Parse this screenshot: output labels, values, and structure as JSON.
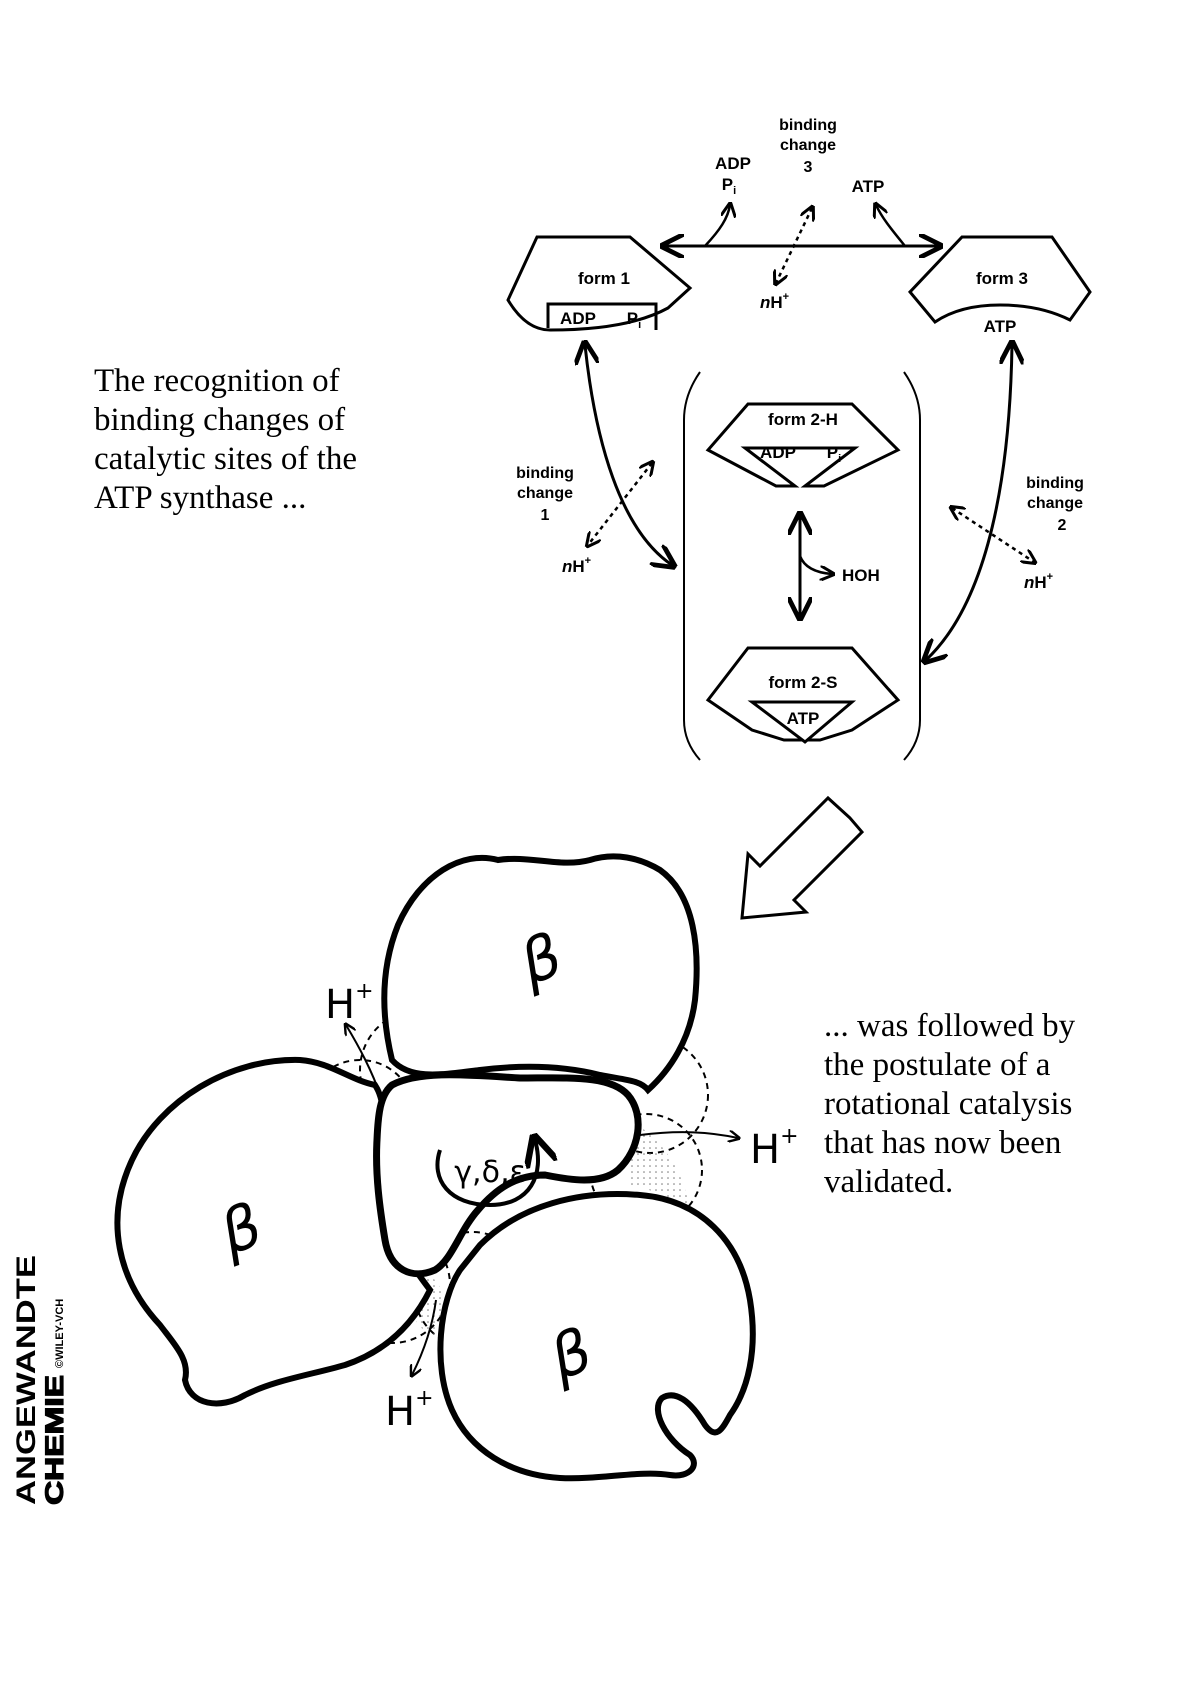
{
  "intro": {
    "lines": [
      "The recognition of",
      "binding changes of",
      "catalytic sites of the",
      "ATP synthase ..."
    ]
  },
  "outro": {
    "lines": [
      "... was followed by",
      "the postulate of a",
      "rotational catalysis",
      "that has now been",
      "validated."
    ]
  },
  "scheme": {
    "form1": {
      "name": "form 1",
      "content_a": "ADP",
      "content_b": "P",
      "content_b_sub": "i"
    },
    "form3": {
      "name": "form 3",
      "content": "ATP"
    },
    "form2h": {
      "name": "form 2-H",
      "content_a": "ADP",
      "content_b": "P",
      "content_b_sub": "i"
    },
    "form2s": {
      "name": "form 2-S",
      "content": "ATP"
    },
    "change1": {
      "line1": "binding",
      "line2": "change",
      "num": "1"
    },
    "change2": {
      "line1": "binding",
      "line2": "change",
      "num": "2"
    },
    "change3": {
      "line1": "binding",
      "line2": "change",
      "num": "3"
    },
    "top_in_a": "ADP",
    "top_in_b": "P",
    "top_in_b_sub": "i",
    "top_out": "ATP",
    "proton_n": "n",
    "proton_h": "H",
    "proton_plus": "+",
    "water": "HOH"
  },
  "sketch": {
    "beta": "β",
    "center": "γ,δ,ε",
    "proton": "H",
    "proton_plus": "+"
  },
  "journal": {
    "name": "ANGEWANDTE",
    "sub": "CHEMIE",
    "copyright": "©WILEY-VCH"
  }
}
